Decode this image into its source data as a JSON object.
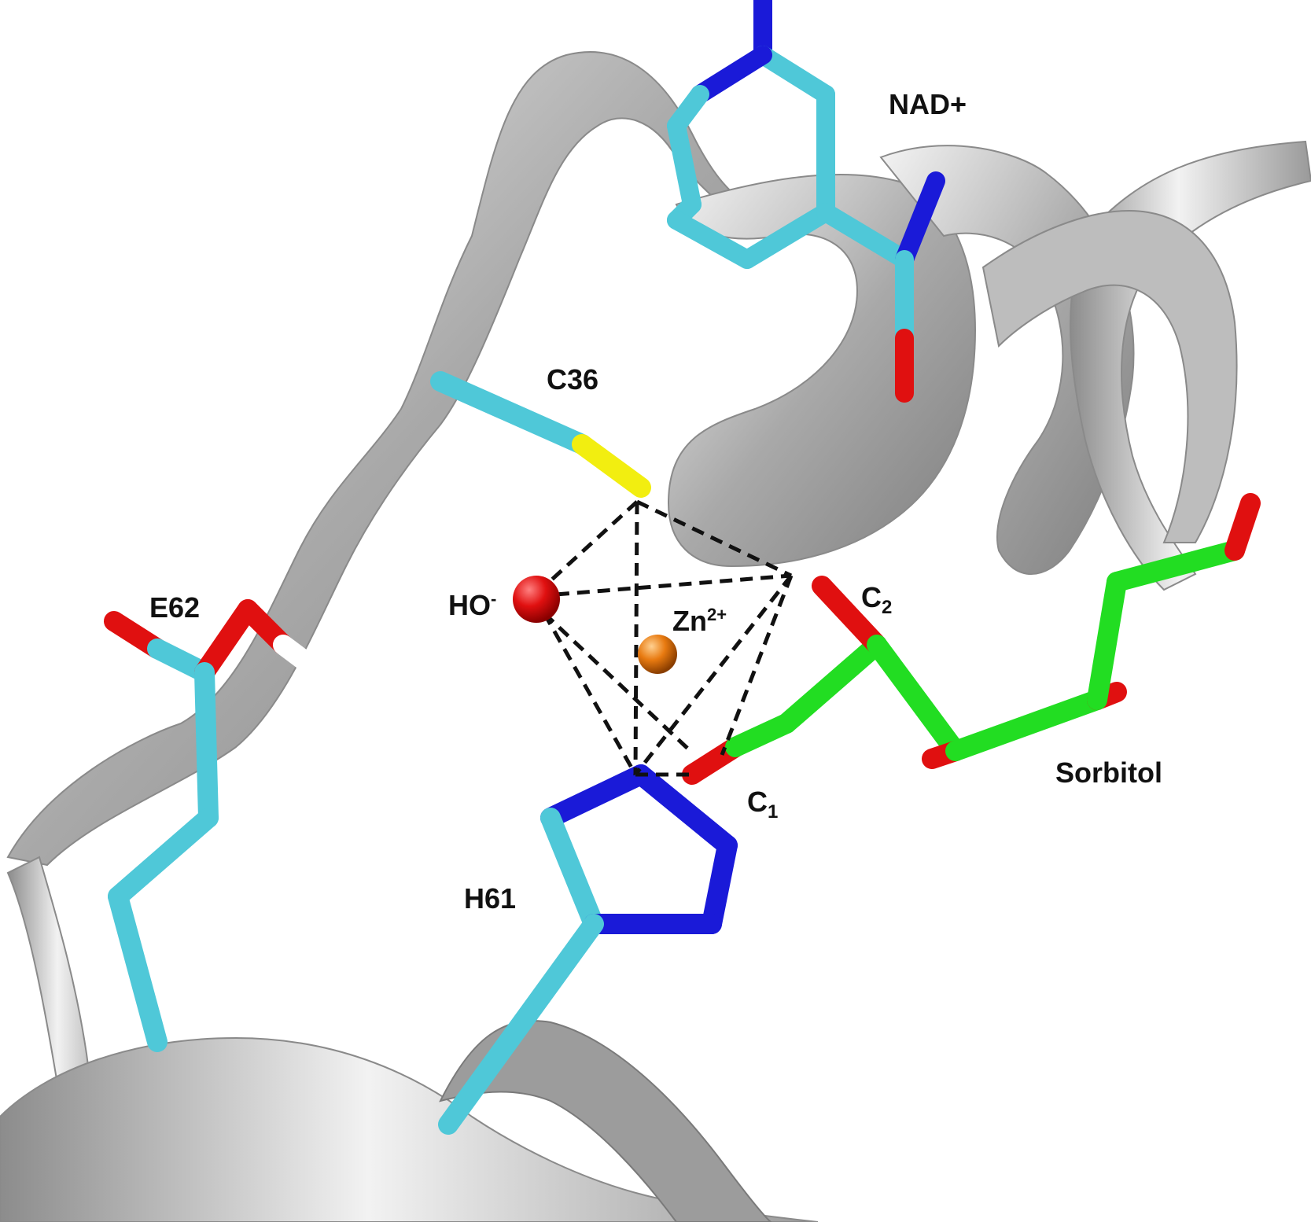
{
  "labels": {
    "nad": "NAD+",
    "c36": "C36",
    "e62": "E62",
    "ho": "HO",
    "ho_sup": "-",
    "zn": "Zn",
    "zn_sup": "2+",
    "c2": "C",
    "c2_sub": "2",
    "c1": "C",
    "c1_sub": "1",
    "h61": "H61",
    "sorbitol": "Sorbitol"
  },
  "colors": {
    "carbon": "#4fc8d8",
    "ligand_carbon": "#22dd22",
    "nitrogen": "#1a1ad8",
    "oxygen": "#e01010",
    "sulfur": "#f2ee10",
    "hydrogen": "#ffffff",
    "zinc": "#e87a10",
    "ribbon": "#a8a8a8",
    "coordination_lines": "#111111"
  }
}
